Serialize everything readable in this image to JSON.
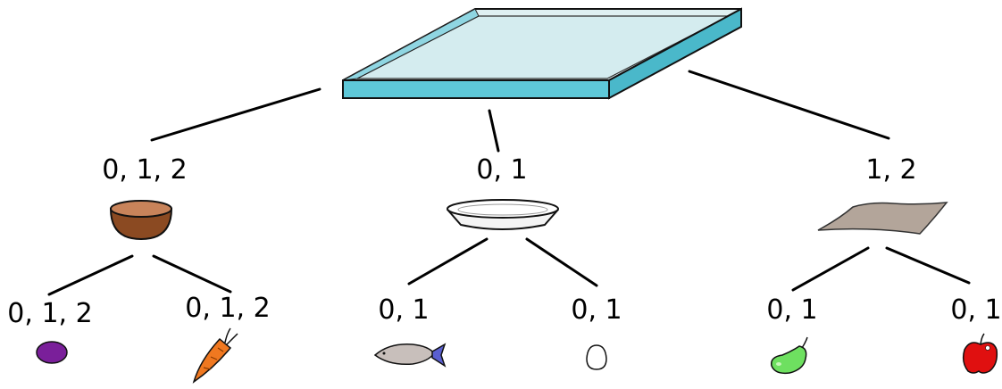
{
  "root": {
    "icon": "tray-icon",
    "color": "#5ec8d8"
  },
  "containers": [
    {
      "id": "bowl",
      "label": "0, 1, 2",
      "icon": "bowl-icon",
      "color": "#8b4a22"
    },
    {
      "id": "plate",
      "label": "0, 1",
      "icon": "plate-icon",
      "color": "#ffffff"
    },
    {
      "id": "napkin",
      "label": "1, 2",
      "icon": "napkin-icon",
      "color": "#b3a59a"
    }
  ],
  "items": [
    {
      "id": "plum",
      "label": "0, 1, 2",
      "icon": "plum-icon",
      "color": "#7a1f9a"
    },
    {
      "id": "carrot",
      "label": "0, 1, 2",
      "icon": "carrot-icon",
      "color": "#f07820"
    },
    {
      "id": "fish",
      "label": "0, 1",
      "icon": "fish-icon",
      "color": "#c8bfbb"
    },
    {
      "id": "egg",
      "label": "0, 1",
      "icon": "egg-icon",
      "color": "#ffffff"
    },
    {
      "id": "pear",
      "label": "0, 1",
      "icon": "pear-icon",
      "color": "#6ee060"
    },
    {
      "id": "apple",
      "label": "0, 1",
      "icon": "apple-icon",
      "color": "#e01010"
    }
  ]
}
